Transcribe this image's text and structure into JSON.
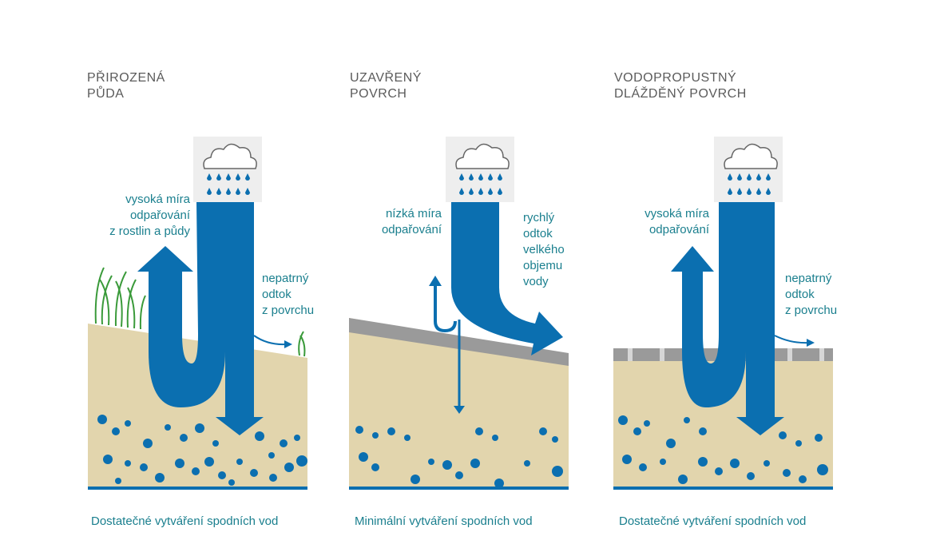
{
  "colors": {
    "arrow": "#0b6fb0",
    "soil": "#e2d5ad",
    "water_line": "#0b6fb0",
    "cloud_box": "#eeeeee",
    "text_accent": "#1a7f8e",
    "title_text": "#5b5b5b",
    "paving": "#9a9a9a",
    "grass": "#3a9a3a"
  },
  "panels": [
    {
      "title": "PŘIROZENÁ\nPŮDA",
      "label_left": "vysoká míra\nodpařování\nz rostlin a půdy",
      "label_right": "nepatrný\nodtok\nz povrchu",
      "caption": "Dostatečné vytváření spodních vod",
      "icon": "rain-cloud-icon"
    },
    {
      "title": "UZAVŘENÝ\nPOVRCH",
      "label_left": "nízká míra\nodpařování",
      "label_right": "rychlý\nodtok\nvelkého\nobjemu\nvody",
      "caption": "Minimální vytváření spodních vod",
      "icon": "rain-cloud-icon"
    },
    {
      "title": "VODOPROPUSTNÝ\nDLÁŽDĚNÝ POVRCH",
      "label_left": "vysoká míra\nodpařování",
      "label_right": "nepatrný\nodtok\nz povrchu",
      "caption": "Dostatečné vytváření spodních vod",
      "icon": "rain-cloud-icon"
    }
  ]
}
